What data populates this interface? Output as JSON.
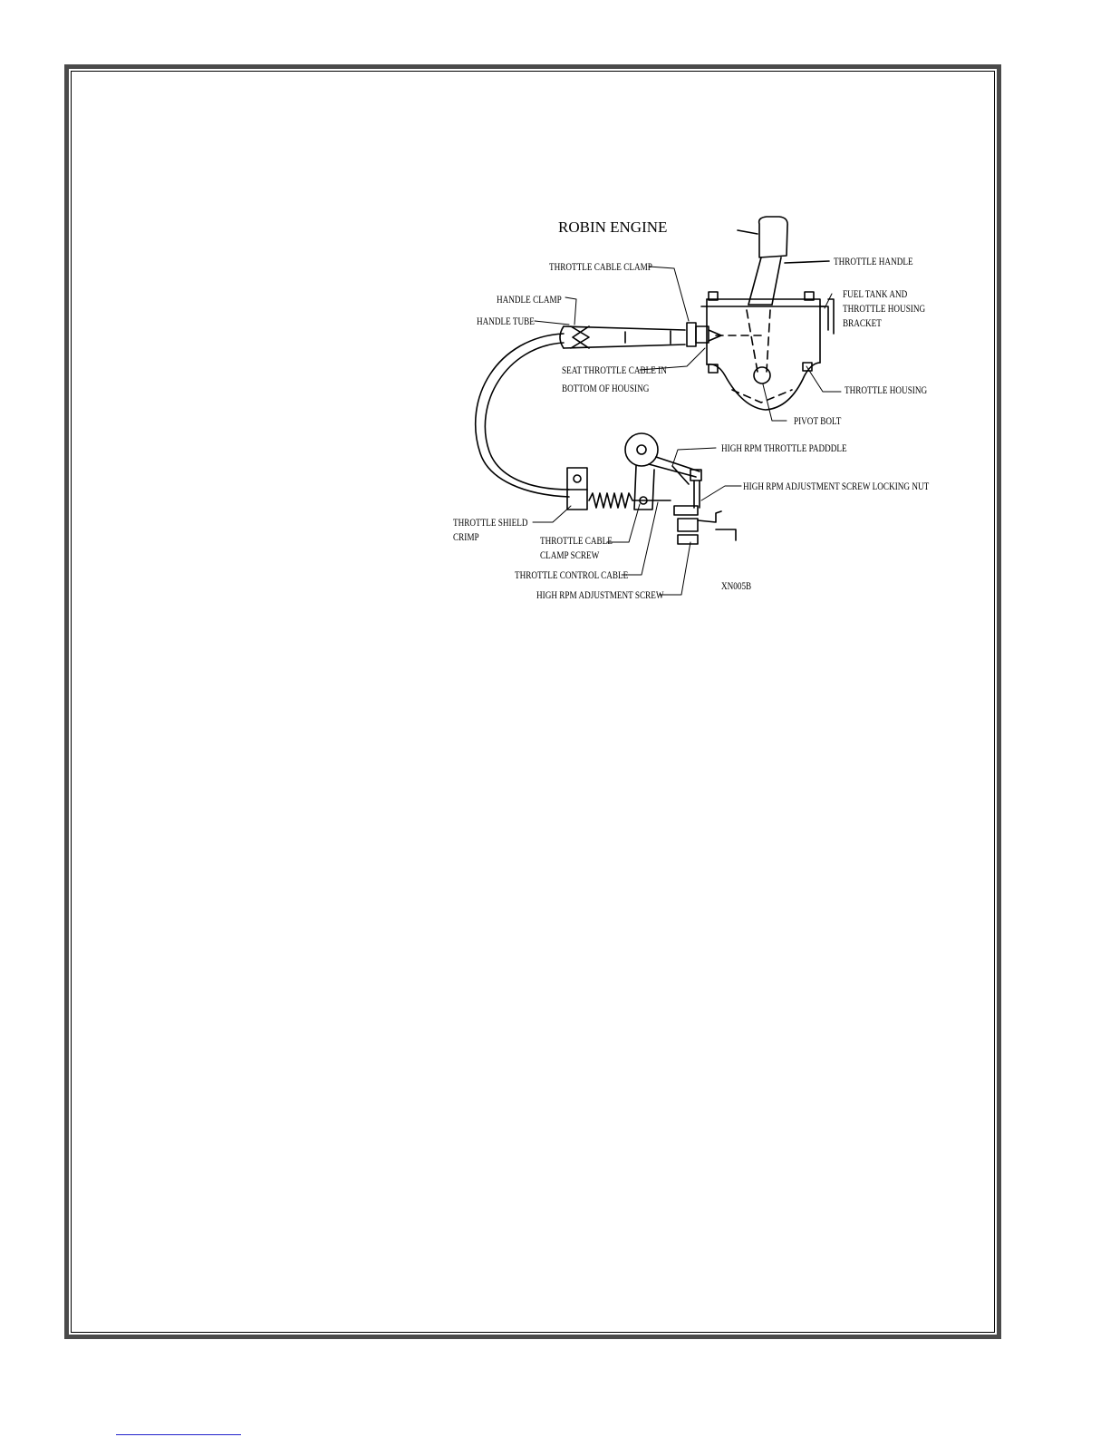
{
  "title": "ROBIN ENGINE",
  "figure_id": "XN005B",
  "labels": {
    "throttle_cable_clamp": "THROTTLE CABLE CLAMP",
    "throttle_handle": "THROTTLE HANDLE",
    "fuel_tank_1": "FUEL TANK AND",
    "fuel_tank_2": "THROTTLE HOUSING",
    "fuel_tank_3": "BRACKET",
    "handle_clamp": "HANDLE CLAMP",
    "handle_tube": "HANDLE TUBE",
    "seat_cable_1": "SEAT THROTTLE CABLE IN",
    "seat_cable_2": "BOTTOM OF HOUSING",
    "throttle_housing": "THROTTLE HOUSING",
    "pivot_bolt": "PIVOT BOLT",
    "high_rpm_paddle": "HIGH RPM THROTTLE PADDDLE",
    "locking_nut": "HIGH RPM ADJUSTMENT SCREW LOCKING NUT",
    "shield_crimp_1": "THROTTLE SHIELD",
    "shield_crimp_2": "CRIMP",
    "clamp_screw_1": "THROTTLE CABLE",
    "clamp_screw_2": "CLAMP SCREW",
    "control_cable": "THROTTLE CONTROL CABLE",
    "adjustment_screw": "HIGH RPM ADJUSTMENT SCREW"
  }
}
